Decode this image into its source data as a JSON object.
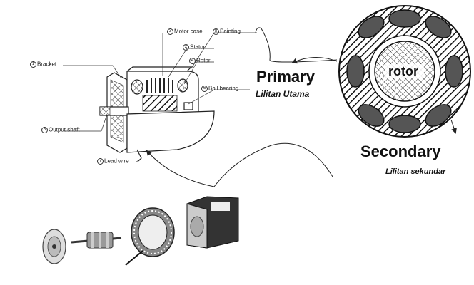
{
  "parts": [
    {
      "num": "1",
      "label": "Bracket"
    },
    {
      "num": "2",
      "label": "Stator"
    },
    {
      "num": "3",
      "label": "Motor case"
    },
    {
      "num": "4",
      "label": "Rotor"
    },
    {
      "num": "5",
      "label": "Output shaft"
    },
    {
      "num": "6",
      "label": "Ball bearing"
    },
    {
      "num": "7",
      "label": "Lead wire"
    },
    {
      "num": "8",
      "label": "Painting"
    }
  ],
  "primary": {
    "title": "Primary",
    "subtitle": "Lilitan Utama"
  },
  "secondary": {
    "title": "Secondary",
    "subtitle": "Lilitan sekundar"
  },
  "rotor_label": "rotor"
}
